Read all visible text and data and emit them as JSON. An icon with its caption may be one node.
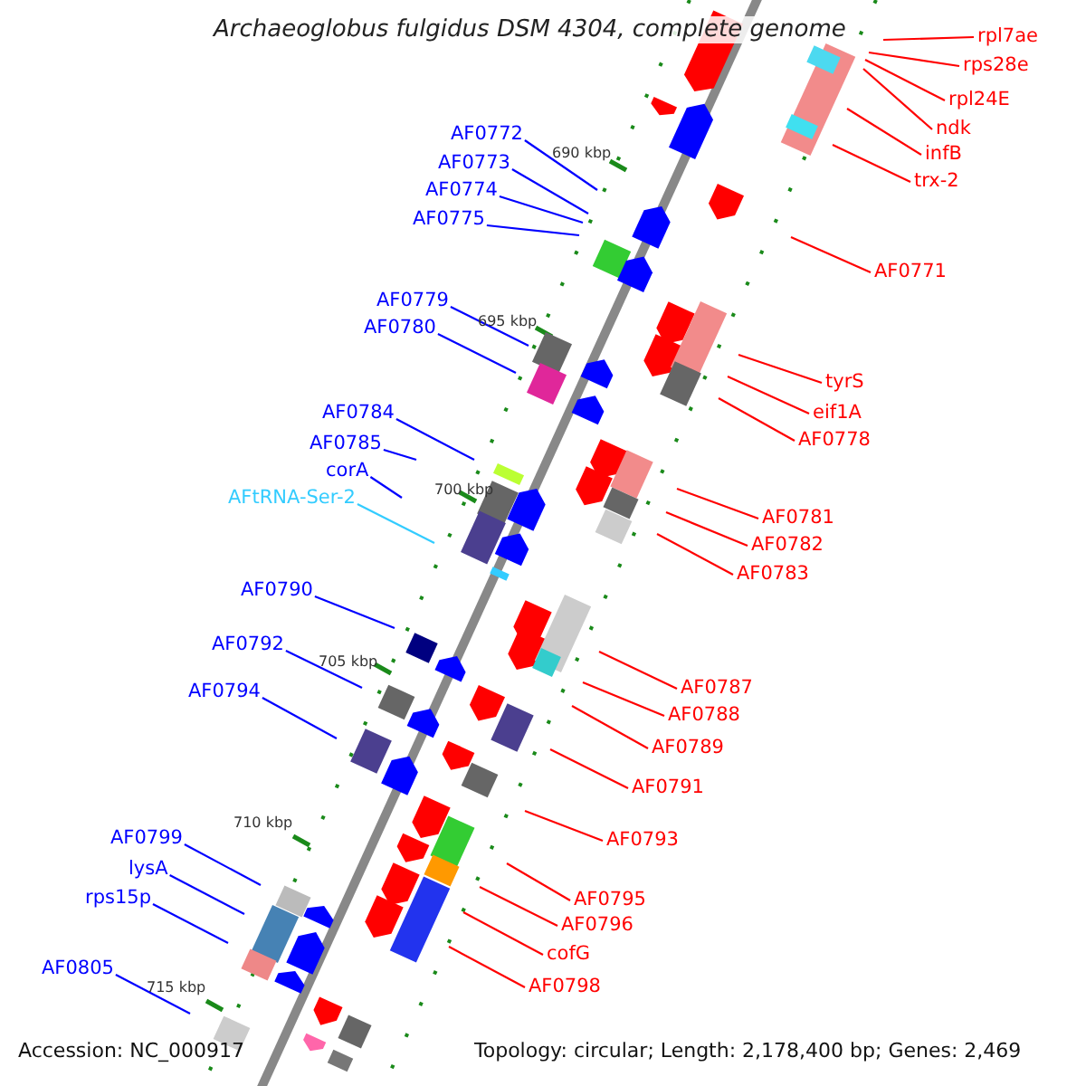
{
  "diagram": {
    "title": "Archaeoglobus fulgidus DSM 4304, complete genome",
    "nodes": [
      {
        "text": [
          "rpl7ae"
        ]
      },
      {
        "text": [
          "rps28e"
        ]
      },
      {
        "text": [
          "rpl24E"
        ]
      },
      {
        "text": [
          "ndk"
        ]
      },
      {
        "text": [
          "AF0772"
        ]
      },
      {
        "text": [
          "infB"
        ]
      },
      {
        "text": [
          "AF0773"
        ]
      },
      {
        "text": [
          "trx-2"
        ]
      },
      {
        "text": [
          "AF0774"
        ]
      },
      {
        "text": [
          "AF0775"
        ]
      },
      {
        "text": [
          "AF0771"
        ]
      },
      {
        "text": [
          "AF0779"
        ]
      },
      {
        "text": [
          "AF0780"
        ]
      },
      {
        "text": [
          "tyrS"
        ]
      },
      {
        "text": [
          "AF0784"
        ]
      },
      {
        "text": [
          "eif1A"
        ]
      },
      {
        "text": [
          "AF0778"
        ]
      },
      {
        "text": [
          "AF0785"
        ]
      },
      {
        "text": [
          "corA"
        ]
      },
      {
        "text": [
          "AFtRNA-Ser-2"
        ]
      },
      {
        "text": [
          "AF0781"
        ]
      },
      {
        "text": [
          "AF0782"
        ]
      },
      {
        "text": [
          "AF0783"
        ]
      },
      {
        "text": [
          "AF0790"
        ]
      },
      {
        "text": [
          "AF0792"
        ]
      },
      {
        "text": [
          "AF0787"
        ]
      },
      {
        "text": [
          "AF0794"
        ]
      },
      {
        "text": [
          "AF0788"
        ]
      },
      {
        "text": [
          "AF0789"
        ]
      },
      {
        "text": [
          "AF0791"
        ]
      },
      {
        "text": [
          "AF0799"
        ]
      },
      {
        "text": [
          "AF0793"
        ]
      },
      {
        "text": [
          "lysA"
        ]
      },
      {
        "text": [
          "rps15p"
        ]
      },
      {
        "text": [
          "AF0795"
        ]
      },
      {
        "text": [
          "AF0796"
        ]
      },
      {
        "text": [
          "cofG"
        ]
      },
      {
        "text": [
          "AF0805"
        ]
      },
      {
        "text": [
          "AF0798"
        ]
      }
    ],
    "edges": [
      {
        "from": 0,
        "to": null,
        "arrow": "none"
      },
      {
        "from": 1,
        "to": null,
        "arrow": "none"
      },
      {
        "from": 2,
        "to": null,
        "arrow": "none"
      },
      {
        "from": 3,
        "to": null,
        "arrow": "none"
      },
      {
        "from": 4,
        "to": null,
        "arrow": "none",
        "color": "#0000ff"
      },
      {
        "from": 5,
        "to": null,
        "arrow": "none"
      },
      {
        "from": 6,
        "to": null,
        "arrow": "none",
        "color": "#0000ff"
      },
      {
        "from": 7,
        "to": null,
        "arrow": "none"
      },
      {
        "from": 8,
        "to": null,
        "arrow": "none",
        "color": "#0000ff"
      },
      {
        "from": 9,
        "to": null,
        "arrow": "none",
        "color": "#0000ff"
      },
      {
        "from": 10,
        "to": null,
        "arrow": "none"
      },
      {
        "from": 11,
        "to": null,
        "arrow": "none",
        "color": "#0000ff"
      },
      {
        "from": 12,
        "to": null,
        "arrow": "none",
        "color": "#0000ff"
      },
      {
        "from": 13,
        "to": null,
        "arrow": "none"
      },
      {
        "from": 14,
        "to": null,
        "arrow": "none",
        "color": "#0000ff"
      },
      {
        "from": 15,
        "to": null,
        "arrow": "none"
      },
      {
        "from": 16,
        "to": null,
        "arrow": "none"
      },
      {
        "from": 17,
        "to": null,
        "arrow": "none",
        "color": "#0000ff"
      },
      {
        "from": 18,
        "to": null,
        "arrow": "none",
        "color": "#0000ff"
      },
      {
        "from": 19,
        "to": null,
        "arrow": "none",
        "color": "#33ccff"
      },
      {
        "from": 20,
        "to": null,
        "arrow": "none"
      },
      {
        "from": 21,
        "to": null,
        "arrow": "none"
      },
      {
        "from": 22,
        "to": null,
        "arrow": "none"
      },
      {
        "from": 23,
        "to": null,
        "arrow": "none",
        "color": "#0000ff"
      },
      {
        "from": 24,
        "to": null,
        "arrow": "none",
        "color": "#0000ff"
      },
      {
        "from": 25,
        "to": null,
        "arrow": "none"
      },
      {
        "from": 26,
        "to": null,
        "arrow": "none",
        "color": "#0000ff"
      },
      {
        "from": 27,
        "to": null,
        "arrow": "none"
      },
      {
        "from": 28,
        "to": null,
        "arrow": "none"
      },
      {
        "from": 29,
        "to": null,
        "arrow": "none"
      },
      {
        "from": 30,
        "to": null,
        "arrow": "none",
        "color": "#0000ff"
      },
      {
        "from": 31,
        "to": null,
        "arrow": "none"
      },
      {
        "from": 32,
        "to": null,
        "arrow": "none",
        "color": "#0000ff"
      },
      {
        "from": 33,
        "to": null,
        "arrow": "none",
        "color": "#0000ff"
      },
      {
        "from": 34,
        "to": null,
        "arrow": "none"
      },
      {
        "from": 35,
        "to": null,
        "arrow": "none"
      },
      {
        "from": 36,
        "to": null,
        "arrow": "none"
      },
      {
        "from": 37,
        "to": null,
        "arrow": "none",
        "color": "#0000ff"
      },
      {
        "from": 38,
        "to": null,
        "arrow": "none"
      }
    ],
    "labels": [
      "690 kbp",
      "695 kbp",
      "700 kbp",
      "705 kbp",
      "710 kbp",
      "715 kbp",
      "Accession: NC_000917",
      "Topology: circular; Length: 2,178,400 bp; Genes: 2,469"
    ]
  }
}
